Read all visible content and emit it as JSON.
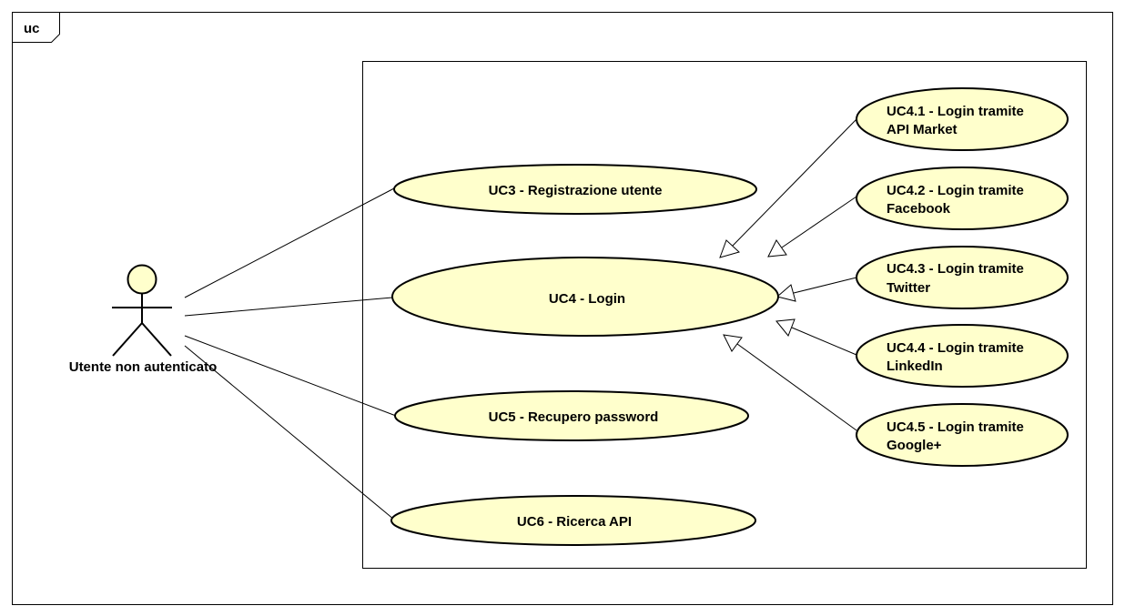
{
  "frame": {
    "label": "uc"
  },
  "actor": {
    "name": "Utente non autenticato"
  },
  "use_cases": {
    "uc3": "UC3 - Registrazione utente",
    "uc4": "UC4 - Login",
    "uc5": "UC5 - Recupero password",
    "uc6": "UC6 - Ricerca API",
    "uc4_1": {
      "line1": "UC4.1 - Login tramite",
      "line2": "API Market"
    },
    "uc4_2": {
      "line1": "UC4.2 - Login tramite",
      "line2": "Facebook"
    },
    "uc4_3": {
      "line1": "UC4.3 - Login tramite",
      "line2": "Twitter"
    },
    "uc4_4": {
      "line1": "UC4.4 - Login tramite",
      "line2": "LinkedIn"
    },
    "uc4_5": {
      "line1": "UC4.5 - Login tramite",
      "line2": "Google+"
    }
  },
  "colors": {
    "use_case_fill": "#FFFFCC",
    "actor_head_fill": "#FFFFCC",
    "stroke": "#000000"
  }
}
